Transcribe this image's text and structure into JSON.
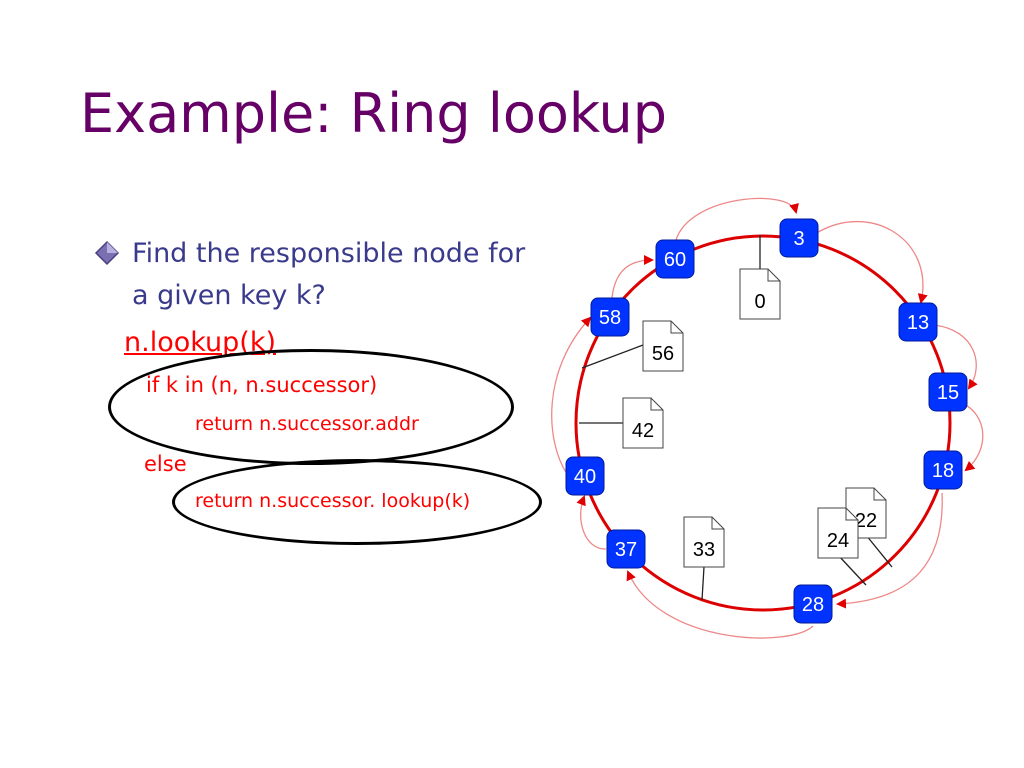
{
  "slide": {
    "title": "Example: Ring lookup",
    "bullet": "Find the responsible node for a given key k?",
    "code": {
      "head": "n.lookup(k)",
      "if_line": "if k in (n, n.successor)",
      "return1": "return n.successor.addr",
      "else_line": "else",
      "return2": "return n.successor. lookup(k)"
    }
  },
  "colors": {
    "title": "#660066",
    "bullet_text": "#3a3a8c",
    "code": "#ff0000",
    "ring": "#dd0000",
    "arrows": "#ee8888",
    "node_fill": "#0033ff",
    "node_text": "#ffffff",
    "doc_border": "#444444"
  },
  "ring": {
    "nodes": [
      {
        "id": "3",
        "label": "3"
      },
      {
        "id": "13",
        "label": "13"
      },
      {
        "id": "15",
        "label": "15"
      },
      {
        "id": "18",
        "label": "18"
      },
      {
        "id": "28",
        "label": "28"
      },
      {
        "id": "37",
        "label": "37"
      },
      {
        "id": "40",
        "label": "40"
      },
      {
        "id": "58",
        "label": "58"
      },
      {
        "id": "60",
        "label": "60"
      }
    ],
    "keys": [
      {
        "id": "0",
        "label": "0"
      },
      {
        "id": "56",
        "label": "56"
      },
      {
        "id": "42",
        "label": "42"
      },
      {
        "id": "33",
        "label": "33"
      },
      {
        "id": "22",
        "label": "22"
      },
      {
        "id": "24",
        "label": "24"
      }
    ]
  }
}
